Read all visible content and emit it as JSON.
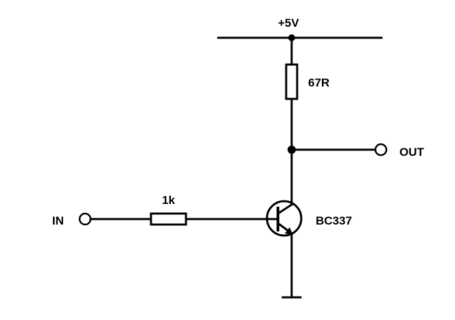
{
  "supply": {
    "label": "+5V"
  },
  "collector_resistor": {
    "value": "67R"
  },
  "base_resistor": {
    "value": "1k"
  },
  "transistor": {
    "part_number": "BC337"
  },
  "terminals": {
    "input": "IN",
    "output": "OUT"
  },
  "colors": {
    "line": "#000000",
    "background": "#ffffff"
  }
}
